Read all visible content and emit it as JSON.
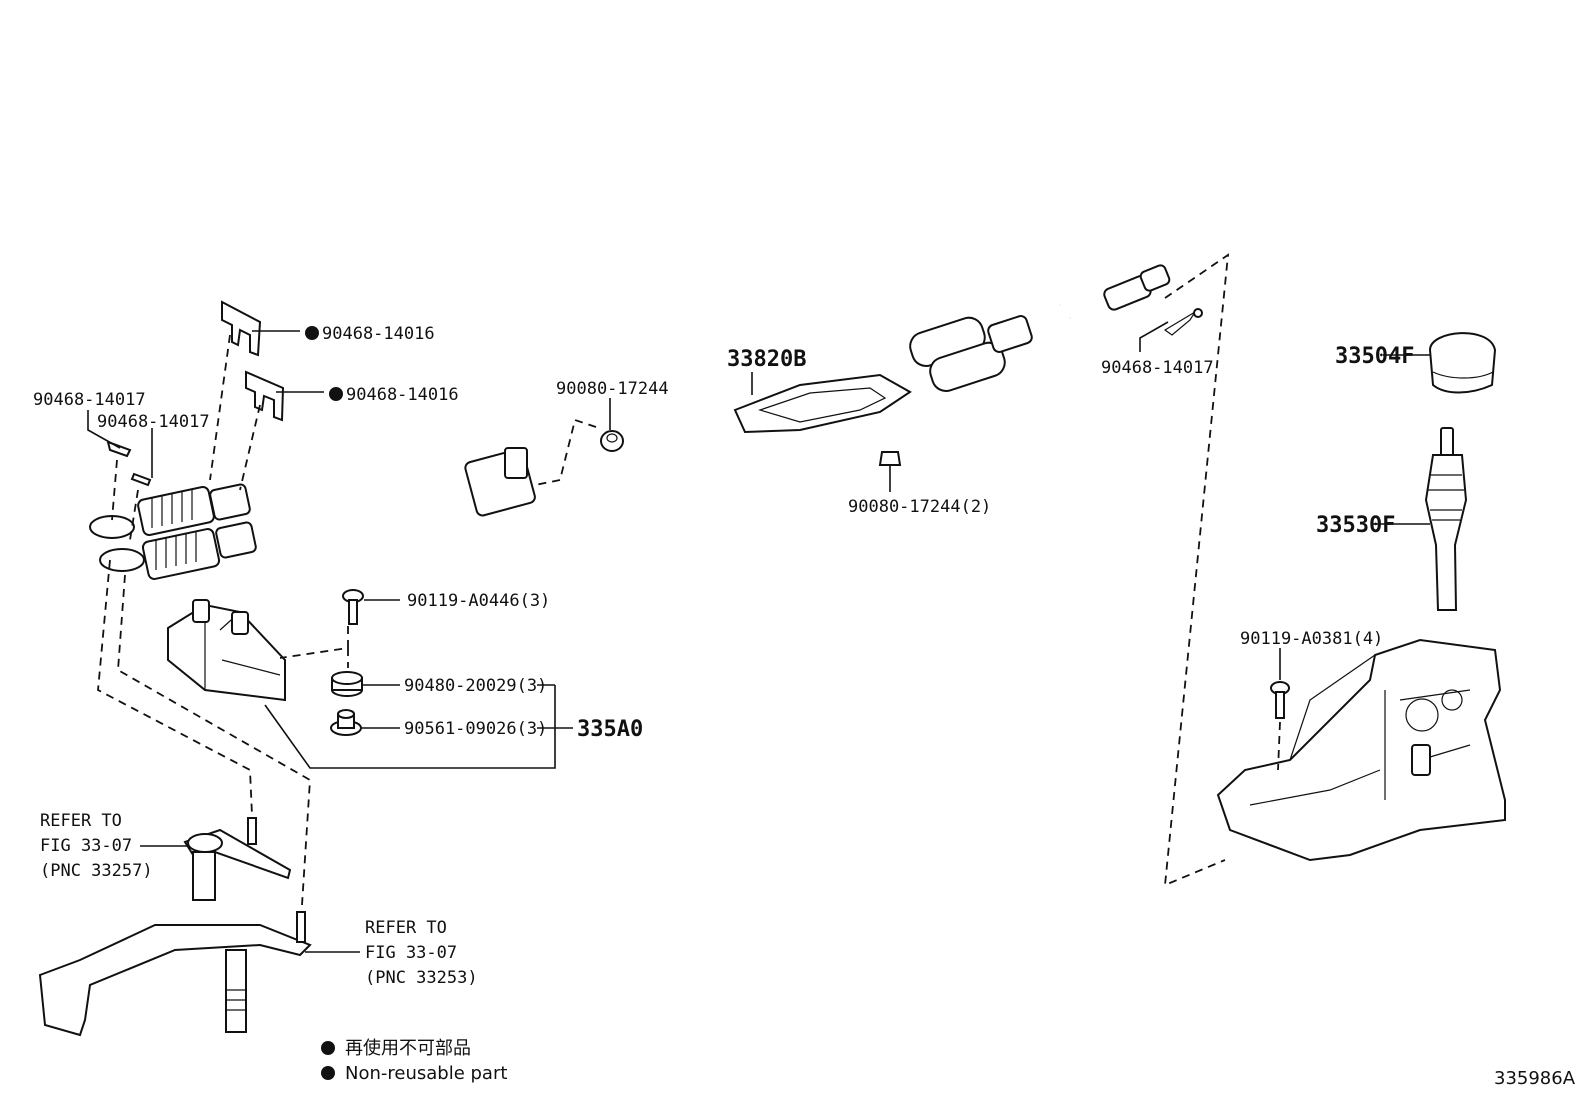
{
  "labels": {
    "p90468_14016_a": "90468-14016",
    "p90468_14016_b": "90468-14016",
    "p90468_14017_a": "90468-14017",
    "p90468_14017_b": "90468-14017",
    "p90468_14017_c": "90468-14017",
    "p90080_17244": "90080-17244",
    "p90080_17244_2": "90080-17244(2)",
    "p33820B": "33820B",
    "p33504F": "33504F",
    "p33530F": "33530F",
    "p90119_A0381_4": "90119-A0381(4)",
    "p90119_A0446_3": "90119-A0446(3)",
    "p90480_20029_3": "90480-20029(3)",
    "p90561_09026_3": "90561-09026(3)",
    "p335A0": "335A0"
  },
  "refer_a": [
    "REFER TO",
    "FIG 33-07",
    "(PNC 33257)"
  ],
  "refer_b": [
    "REFER TO",
    "FIG 33-07",
    "(PNC 33253)"
  ],
  "legend": {
    "jp": "再使用不可部品",
    "en": "Non-reusable part"
  },
  "figure_id": "335986A"
}
